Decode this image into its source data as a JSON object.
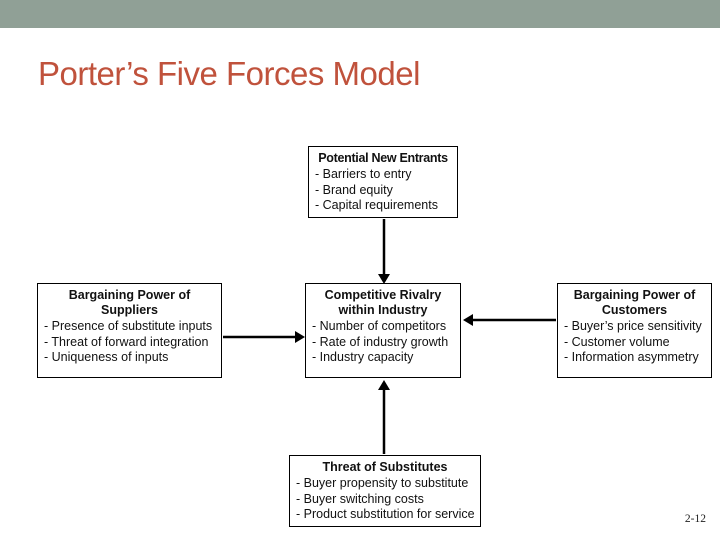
{
  "slide": {
    "title": "Porter’s Five Forces Model",
    "page_number": "2-12"
  },
  "colors": {
    "header_band": "#90a096",
    "title_text": "#c0523c",
    "box_border": "#000000",
    "body_text": "#111111",
    "background": "#ffffff"
  },
  "diagram": {
    "boxes": {
      "potential_new_entrants": {
        "title": "Potential New Entrants",
        "items": [
          "- Barriers to entry",
          "- Brand equity",
          "- Capital requirements"
        ]
      },
      "bargaining_power_of_suppliers": {
        "title": "Bargaining Power of Suppliers",
        "items": [
          "- Presence of substitute inputs",
          "- Threat of forward integration",
          "- Uniqueness of inputs"
        ]
      },
      "competitive_rivalry": {
        "title": "Competitive Rivalry within Industry",
        "items": [
          "- Number of competitors",
          "- Rate of industry growth",
          "- Industry capacity"
        ]
      },
      "bargaining_power_of_customers": {
        "title": "Bargaining Power of Customers",
        "items": [
          "- Buyer’s price sensitivity",
          "- Customer volume",
          "- Information asymmetry"
        ]
      },
      "threat_of_substitutes": {
        "title": "Threat of Substitutes",
        "items": [
          "- Buyer propensity to substitute",
          "- Buyer switching costs",
          "- Product substitution for service"
        ]
      }
    },
    "arrows": [
      {
        "name": "arrow-new-entrants-to-rivalry",
        "direction": "down"
      },
      {
        "name": "arrow-suppliers-to-rivalry",
        "direction": "right"
      },
      {
        "name": "arrow-customers-to-rivalry",
        "direction": "left"
      },
      {
        "name": "arrow-substitutes-to-rivalry",
        "direction": "up"
      }
    ]
  }
}
